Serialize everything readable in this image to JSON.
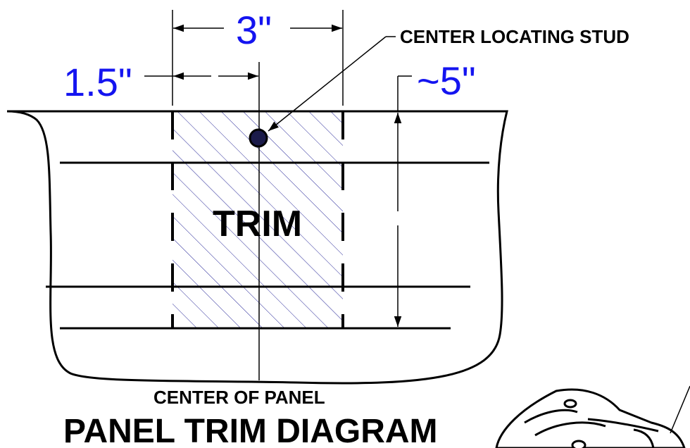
{
  "dimensions": {
    "width": "3\"",
    "offset": "1.5\"",
    "height": "~5\""
  },
  "labels": {
    "stud": "CENTER LOCATING STUD",
    "trim": "TRIM",
    "center": "CENTER OF PANEL",
    "title": "PANEL TRIM DIAGRAM"
  },
  "colors": {
    "dimension_text": "#1414f0",
    "hatch": "#2a2a9a",
    "stud_fill": "#1b1b4a"
  }
}
